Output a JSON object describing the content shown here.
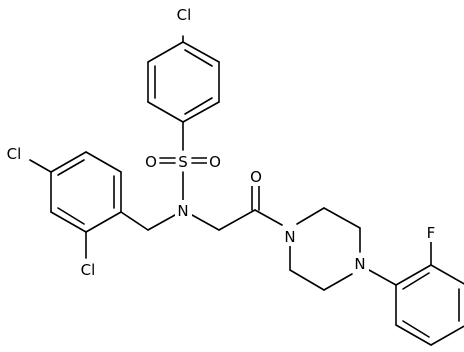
{
  "atoms": {
    "cl_top": "Cl",
    "s": "S",
    "o_left": "O",
    "o_right": "O",
    "n_sulfonamide": "N",
    "cl_left": "Cl",
    "cl_bottom": "Cl",
    "o_carbonyl": "O",
    "n_piperazine_left": "N",
    "n_piperazine_right": "N",
    "f": "F"
  },
  "colors": {
    "bond": "#000000",
    "text": "#000000",
    "background": "#ffffff"
  }
}
